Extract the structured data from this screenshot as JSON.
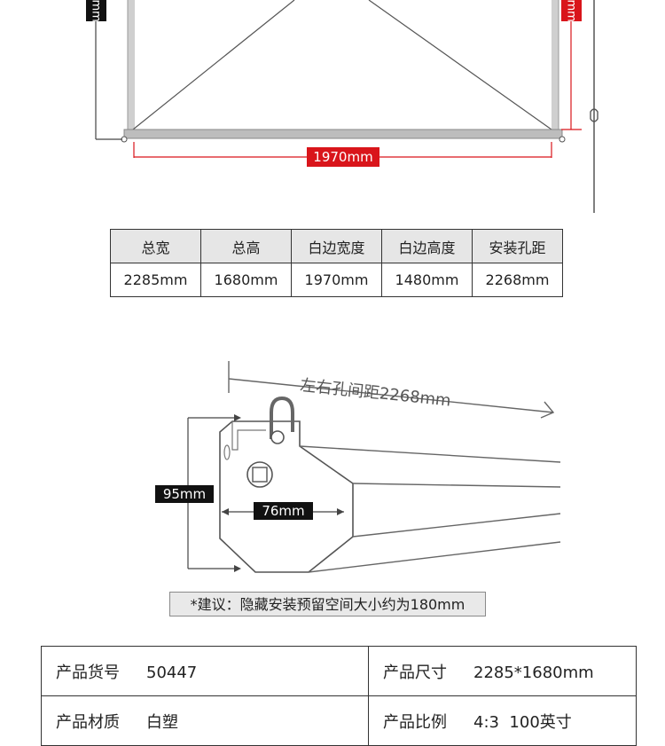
{
  "screen_dims": {
    "left_tag": "mm",
    "right_tag": "mm",
    "width_label": "1970mm"
  },
  "dims_table": {
    "headers": [
      "总宽",
      "总高",
      "白边宽度",
      "白边高度",
      "安装孔距"
    ],
    "values": [
      "2285mm",
      "1680mm",
      "1970mm",
      "1480mm",
      "2268mm"
    ]
  },
  "case_diagram": {
    "hole_spacing": "左右孔间距2268mm",
    "height_label": "95mm",
    "width_label": "76mm"
  },
  "note": "*建议：隐藏安装预留空间大小约为180mm",
  "spec_table": {
    "rows": [
      [
        {
          "k": "产品货号",
          "v": "50447"
        },
        {
          "k": "产品尺寸",
          "v": "2285*1680mm"
        }
      ],
      [
        {
          "k": "产品材质",
          "v": "白塑"
        },
        {
          "k": "产品比例",
          "v": "4:3  100英寸"
        }
      ]
    ]
  }
}
